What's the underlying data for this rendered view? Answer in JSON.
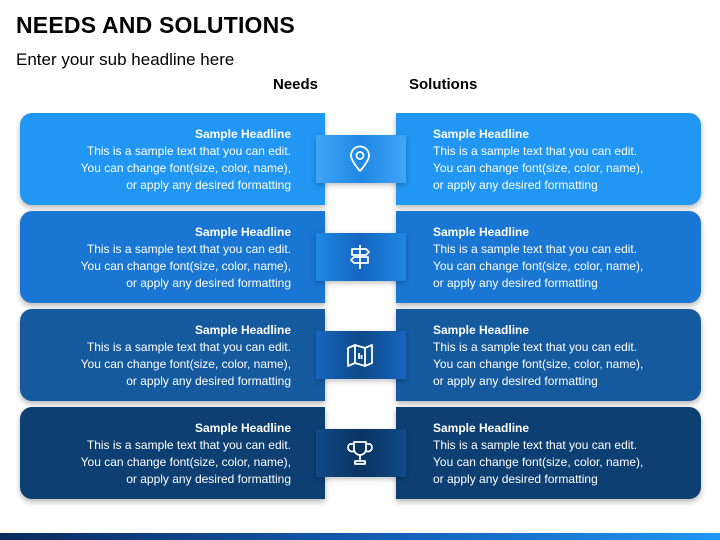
{
  "title": "NEEDS AND SOLUTIONS",
  "subtitle": "Enter your sub headline here",
  "columns": {
    "needs": "Needs",
    "solutions": "Solutions"
  },
  "colors": {
    "row1": "#2196f3",
    "row2": "#1976d2",
    "row3": "#155a9f",
    "row4": "#0d3f72"
  },
  "rows": [
    {
      "icon": "location-pin-icon",
      "needs": {
        "headline": "Sample Headline",
        "line1": "This is a sample text that you can edit.",
        "line2": "You can change font(size, color, name),",
        "line3": "or apply any desired formatting"
      },
      "solutions": {
        "headline": "Sample Headline",
        "line1": "This is a sample text that you can edit.",
        "line2": "You can change font(size, color, name),",
        "line3": "or apply any desired formatting"
      }
    },
    {
      "icon": "signpost-icon",
      "needs": {
        "headline": "Sample Headline",
        "line1": "This is a sample text that you can edit.",
        "line2": "You can change font(size, color, name),",
        "line3": "or apply any desired formatting"
      },
      "solutions": {
        "headline": "Sample Headline",
        "line1": "This is a sample text that you can edit.",
        "line2": "You can change font(size, color, name),",
        "line3": "or apply any desired formatting"
      }
    },
    {
      "icon": "map-icon",
      "needs": {
        "headline": "Sample Headline",
        "line1": "This is a sample text that you can edit.",
        "line2": "You can change font(size, color, name),",
        "line3": "or apply any desired formatting"
      },
      "solutions": {
        "headline": "Sample Headline",
        "line1": "This is a sample text that you can edit.",
        "line2": "You can change font(size, color, name),",
        "line3": "or apply any desired formatting"
      }
    },
    {
      "icon": "trophy-icon",
      "needs": {
        "headline": "Sample Headline",
        "line1": "This is a sample text that you can edit.",
        "line2": "You can change font(size, color, name),",
        "line3": "or apply any desired formatting"
      },
      "solutions": {
        "headline": "Sample Headline",
        "line1": "This is a sample text that you can edit.",
        "line2": "You can change font(size, color, name),",
        "line3": "or apply any desired formatting"
      }
    }
  ]
}
